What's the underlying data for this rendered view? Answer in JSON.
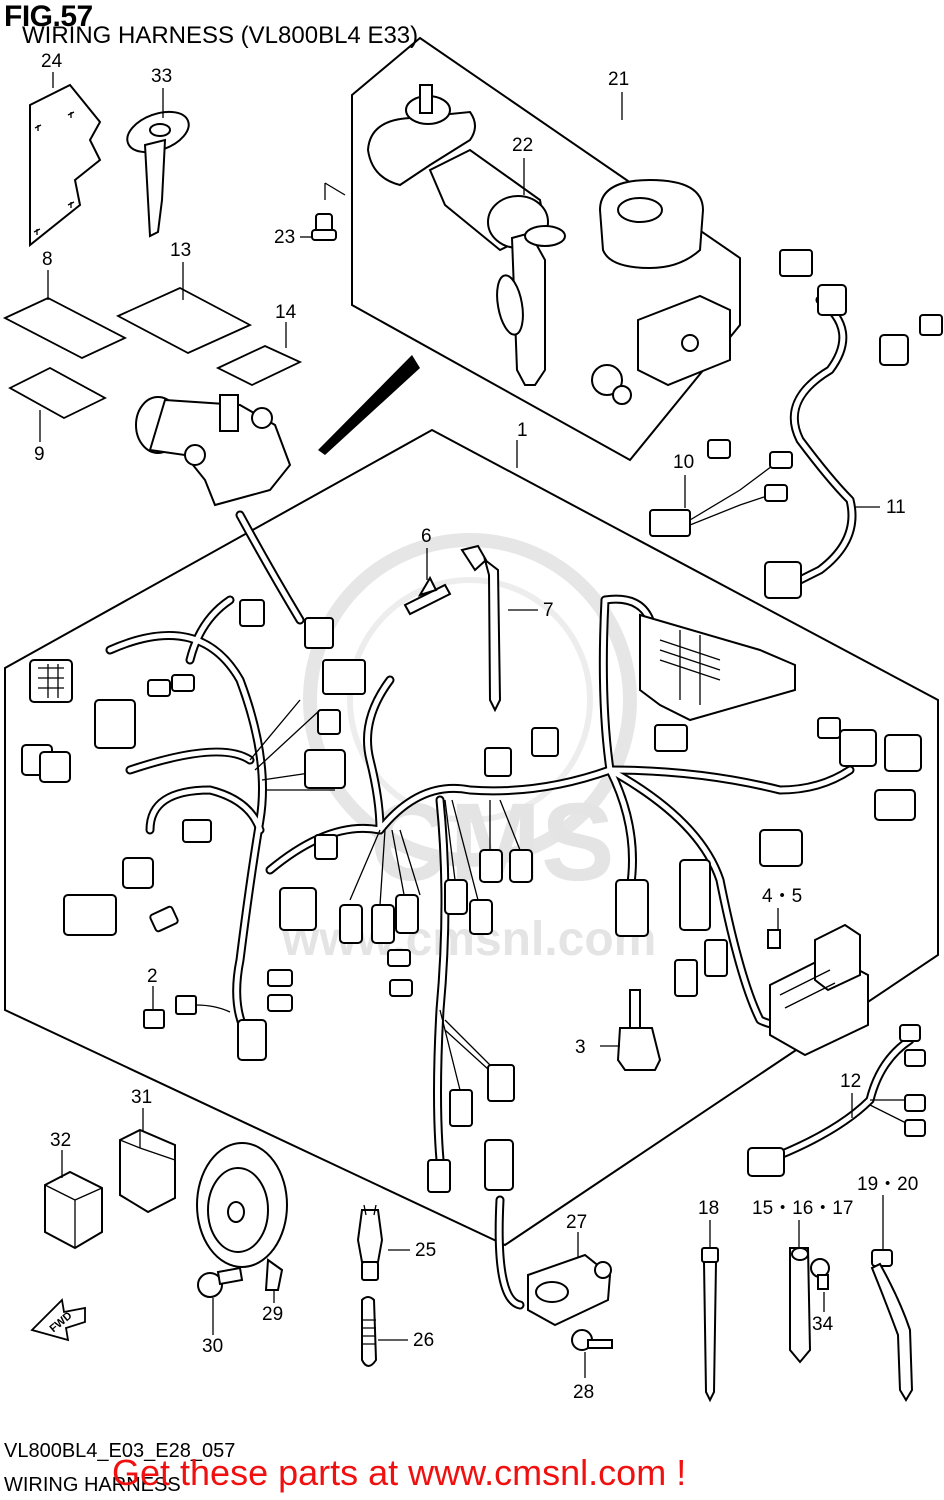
{
  "header": {
    "fig_label": "FIG.57",
    "subtitle": "WIRING HARNESS (VL800BL4 E33)"
  },
  "footer": {
    "drawing_code": "VL800BL4_E03_E28_057",
    "drawing_name": "WIRING HARNESS",
    "banner": "Get these parts at www.cmsnl.com !"
  },
  "watermark": {
    "brand": "CMS",
    "url": "www.cmsnl.com"
  },
  "fwd_arrow_label": "FWD",
  "callouts": [
    {
      "id": "c1",
      "text": "1"
    },
    {
      "id": "c2",
      "text": "2"
    },
    {
      "id": "c3",
      "text": "3"
    },
    {
      "id": "c45",
      "text": "4・5"
    },
    {
      "id": "c6",
      "text": "6"
    },
    {
      "id": "c7",
      "text": "7"
    },
    {
      "id": "c8",
      "text": "8"
    },
    {
      "id": "c9",
      "text": "9"
    },
    {
      "id": "c10",
      "text": "10"
    },
    {
      "id": "c11",
      "text": "11"
    },
    {
      "id": "c12",
      "text": "12"
    },
    {
      "id": "c13",
      "text": "13"
    },
    {
      "id": "c14",
      "text": "14"
    },
    {
      "id": "c151617",
      "text": "15・16・17"
    },
    {
      "id": "c18",
      "text": "18"
    },
    {
      "id": "c1920",
      "text": "19・20"
    },
    {
      "id": "c21",
      "text": "21"
    },
    {
      "id": "c22",
      "text": "22"
    },
    {
      "id": "c23",
      "text": "23"
    },
    {
      "id": "c24",
      "text": "24"
    },
    {
      "id": "c25",
      "text": "25"
    },
    {
      "id": "c26",
      "text": "26"
    },
    {
      "id": "c27",
      "text": "27"
    },
    {
      "id": "c28",
      "text": "28"
    },
    {
      "id": "c29",
      "text": "29"
    },
    {
      "id": "c30",
      "text": "30"
    },
    {
      "id": "c31",
      "text": "31"
    },
    {
      "id": "c32",
      "text": "32"
    },
    {
      "id": "c33",
      "text": "33"
    },
    {
      "id": "c34",
      "text": "34"
    }
  ]
}
